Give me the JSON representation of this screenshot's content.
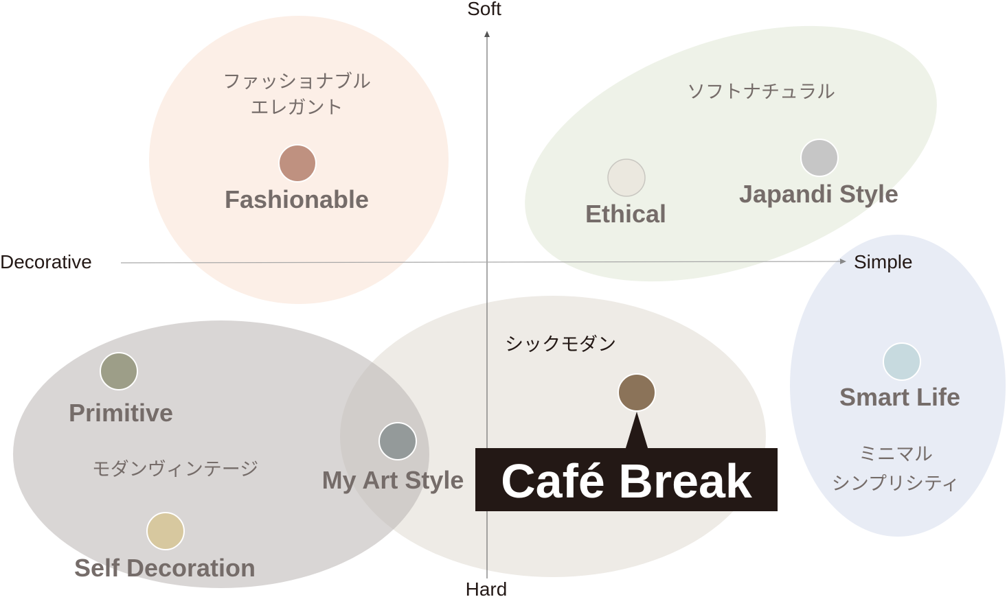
{
  "axes": {
    "top": "Soft",
    "bottom": "Hard",
    "left": "Decorative",
    "right": "Simple"
  },
  "groups": {
    "fashionable": {
      "line1": "ファッショナブル",
      "line2": "エレガント",
      "color": "#fcefe7"
    },
    "soft_natural": {
      "line1": "ソフトナチュラル",
      "color": "#eef2e8"
    },
    "chic_modern": {
      "line1": "シックモダン",
      "color": "#eeebe6"
    },
    "modern_vintage": {
      "line1": "モダンヴィンテージ",
      "color": "#d6d4d2"
    },
    "minimal": {
      "line1": "ミニマル",
      "line2": "シンプリシティ",
      "color": "#e8ecf5"
    }
  },
  "brands": {
    "fashionable": {
      "label": "Fashionable",
      "color": "#bf9180"
    },
    "ethical": {
      "label": "Ethical",
      "color": "#ebe8df"
    },
    "japandi": {
      "label": "Japandi Style",
      "color": "#c6c6c6"
    },
    "cafe_break": {
      "label": "Café Break",
      "color": "#8b7359"
    },
    "smart_life": {
      "label": "Smart Life",
      "color": "#c7dadf"
    },
    "primitive": {
      "label": "Primitive",
      "color": "#9d9e88"
    },
    "my_art": {
      "label": "My Art Style",
      "color": "#949a9a"
    },
    "self_decoration": {
      "label": "Self Decoration",
      "color": "#d7c89f"
    }
  }
}
